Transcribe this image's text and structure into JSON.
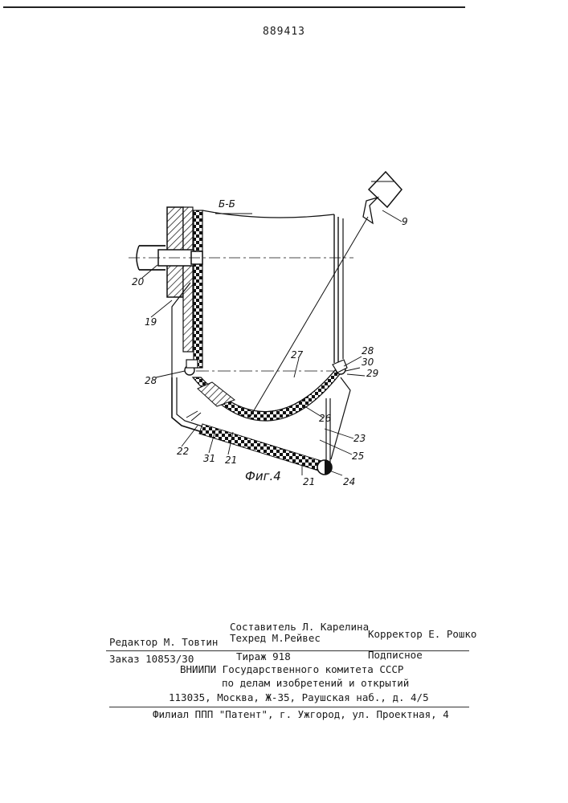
{
  "document": {
    "patent_number": "889413"
  },
  "drawing": {
    "section_label": "Б-Б",
    "figure_caption": "Фиг.4",
    "part_labels": {
      "n9": "9",
      "n19": "19",
      "n20": "20",
      "n21a": "21",
      "n21b": "21",
      "n22": "22",
      "n23": "23",
      "n24": "24",
      "n25": "25",
      "n26": "26",
      "n27": "27",
      "n28a": "28",
      "n28b": "28",
      "n29": "29",
      "n30": "30",
      "n31": "31"
    }
  },
  "imprint": {
    "composer": "Составитель  Л. Карелина",
    "editor": "Редактор  М. Товтин",
    "techred": "Техред  М.Рейвес",
    "corrector": "Корректор Е. Рошко",
    "order": "Заказ 10853/30",
    "circulation": "Тираж  918",
    "subscription": "Подписное",
    "org_line1": "ВНИИПИ Государственного комитета СССР",
    "org_line2": "по делам изобретений и открытий",
    "org_address": "113035, Москва, Ж-35, Раушская наб., д. 4/5",
    "branch": "Филиал ППП \"Патент\", г. Ужгород, ул. Проектная, 4"
  }
}
